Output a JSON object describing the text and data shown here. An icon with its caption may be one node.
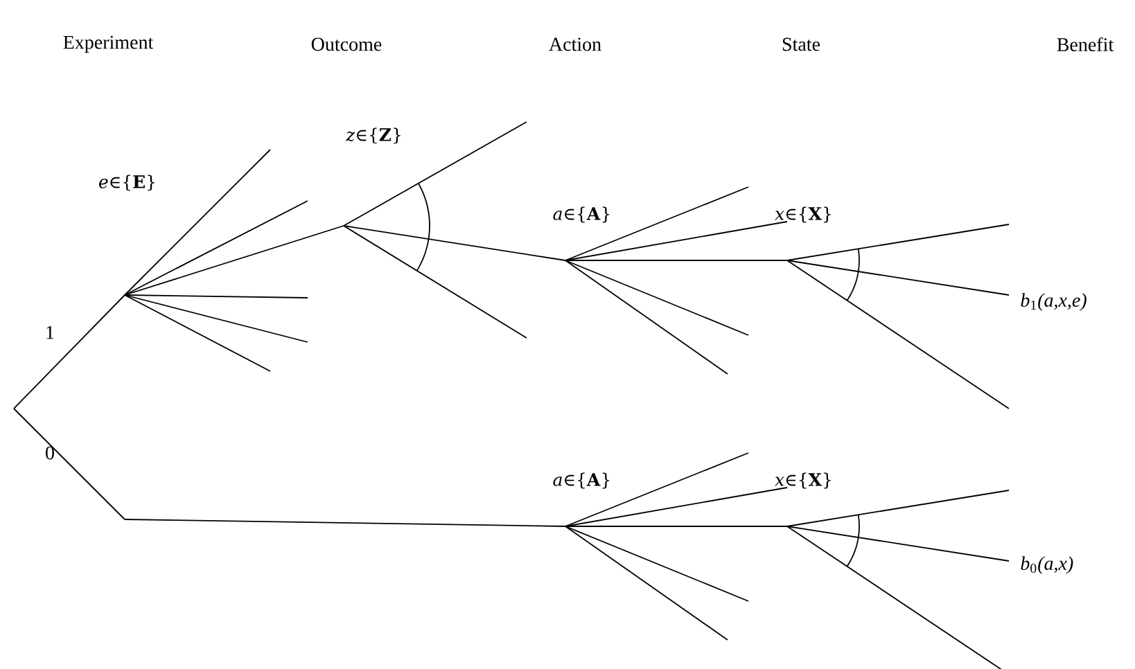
{
  "diagram": {
    "labels": [
      "Experiment",
      "Outcome",
      "Action",
      "State",
      "Benefit",
      "*z*∈{**Z**}",
      "*e*∈{**E**}",
      "*a*∈{**A**}",
      "*x*∈{**X**}",
      "*b*$_{1}$*(a,x,e)*",
      "1",
      "0",
      "*a*∈{**A**}",
      "*x*∈{**X**}",
      "*b*$_{0}$*(a,x)*"
    ]
  }
}
